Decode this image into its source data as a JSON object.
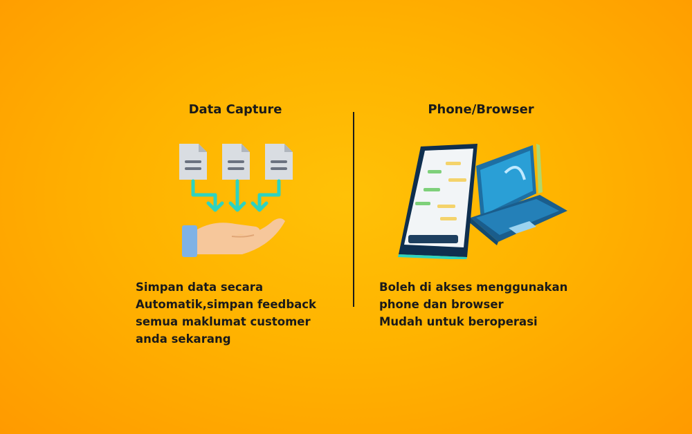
{
  "left": {
    "title": "Data Capture",
    "lines": [
      "Simpan data secara",
      "Automatik,simpan feedback",
      "semua maklumat customer",
      "anda sekarang"
    ]
  },
  "right": {
    "title": "Phone/Browser",
    "lines": [
      "Boleh di akses menggunakan",
      "phone dan browser",
      "Mudah untuk beroperasi"
    ]
  },
  "icons": {
    "left": "data-capture-icon",
    "right": "phone-laptop-icon"
  }
}
